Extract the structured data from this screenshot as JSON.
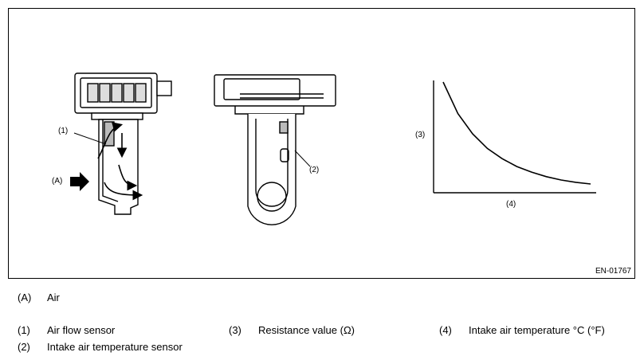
{
  "figure": {
    "code": "EN-01767",
    "callouts": {
      "sensor": "(1)",
      "iat_sensor": "(2)",
      "y_axis": "(3)",
      "x_axis": "(4)",
      "air": "(A)"
    }
  },
  "chart_data": {
    "type": "line",
    "xlabel": "(4)",
    "ylabel": "(3)",
    "series": [
      {
        "x": [
          0,
          1,
          2,
          3,
          4,
          5,
          6,
          7,
          8,
          9,
          10
        ],
        "values": [
          100,
          72,
          54,
          41,
          32,
          25,
          20,
          16,
          13,
          11,
          9.5
        ]
      }
    ],
    "grid": false,
    "ticks": false
  },
  "legend": [
    {
      "key": "(A)",
      "text": "Air"
    },
    {
      "key": "(1)",
      "text": "Air flow sensor"
    },
    {
      "key": "(2)",
      "text": "Intake air temperature sensor"
    },
    {
      "key": "(3)",
      "text": "Resistance value (Ω)"
    },
    {
      "key": "(4)",
      "text": "Intake air temperature °C (°F)"
    }
  ]
}
